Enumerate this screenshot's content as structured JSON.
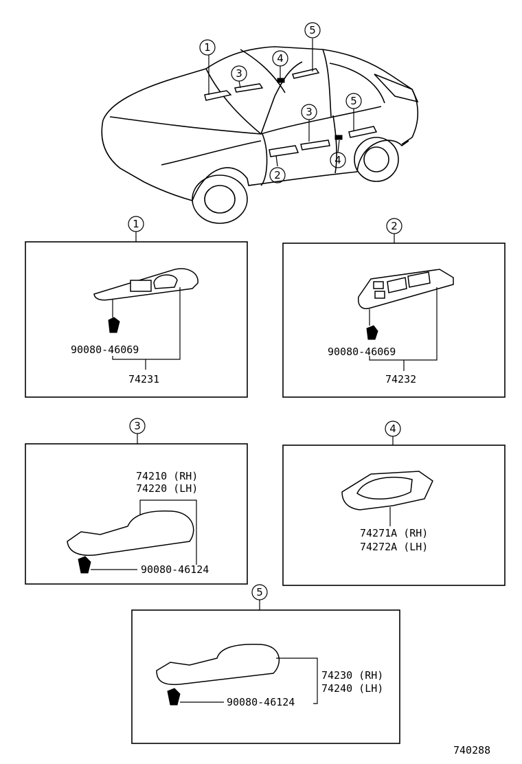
{
  "callouts": {
    "c1": "1",
    "c2": "2",
    "c3": "3",
    "c4": "4",
    "c5": "5"
  },
  "parts": {
    "p1": {
      "clip": "90080-46069",
      "part": "74231"
    },
    "p2": {
      "clip": "90080-46069",
      "part": "74232"
    },
    "p3": {
      "rh": "74210 (RH)",
      "lh": "74220 (LH)",
      "clip": "90080-46124"
    },
    "p4": {
      "rh": "74271A (RH)",
      "lh": "74272A (LH)"
    },
    "p5": {
      "rh": "74230 (RH)",
      "lh": "74240 (LH)",
      "clip": "90080-46124"
    }
  },
  "figure_number": "740288"
}
